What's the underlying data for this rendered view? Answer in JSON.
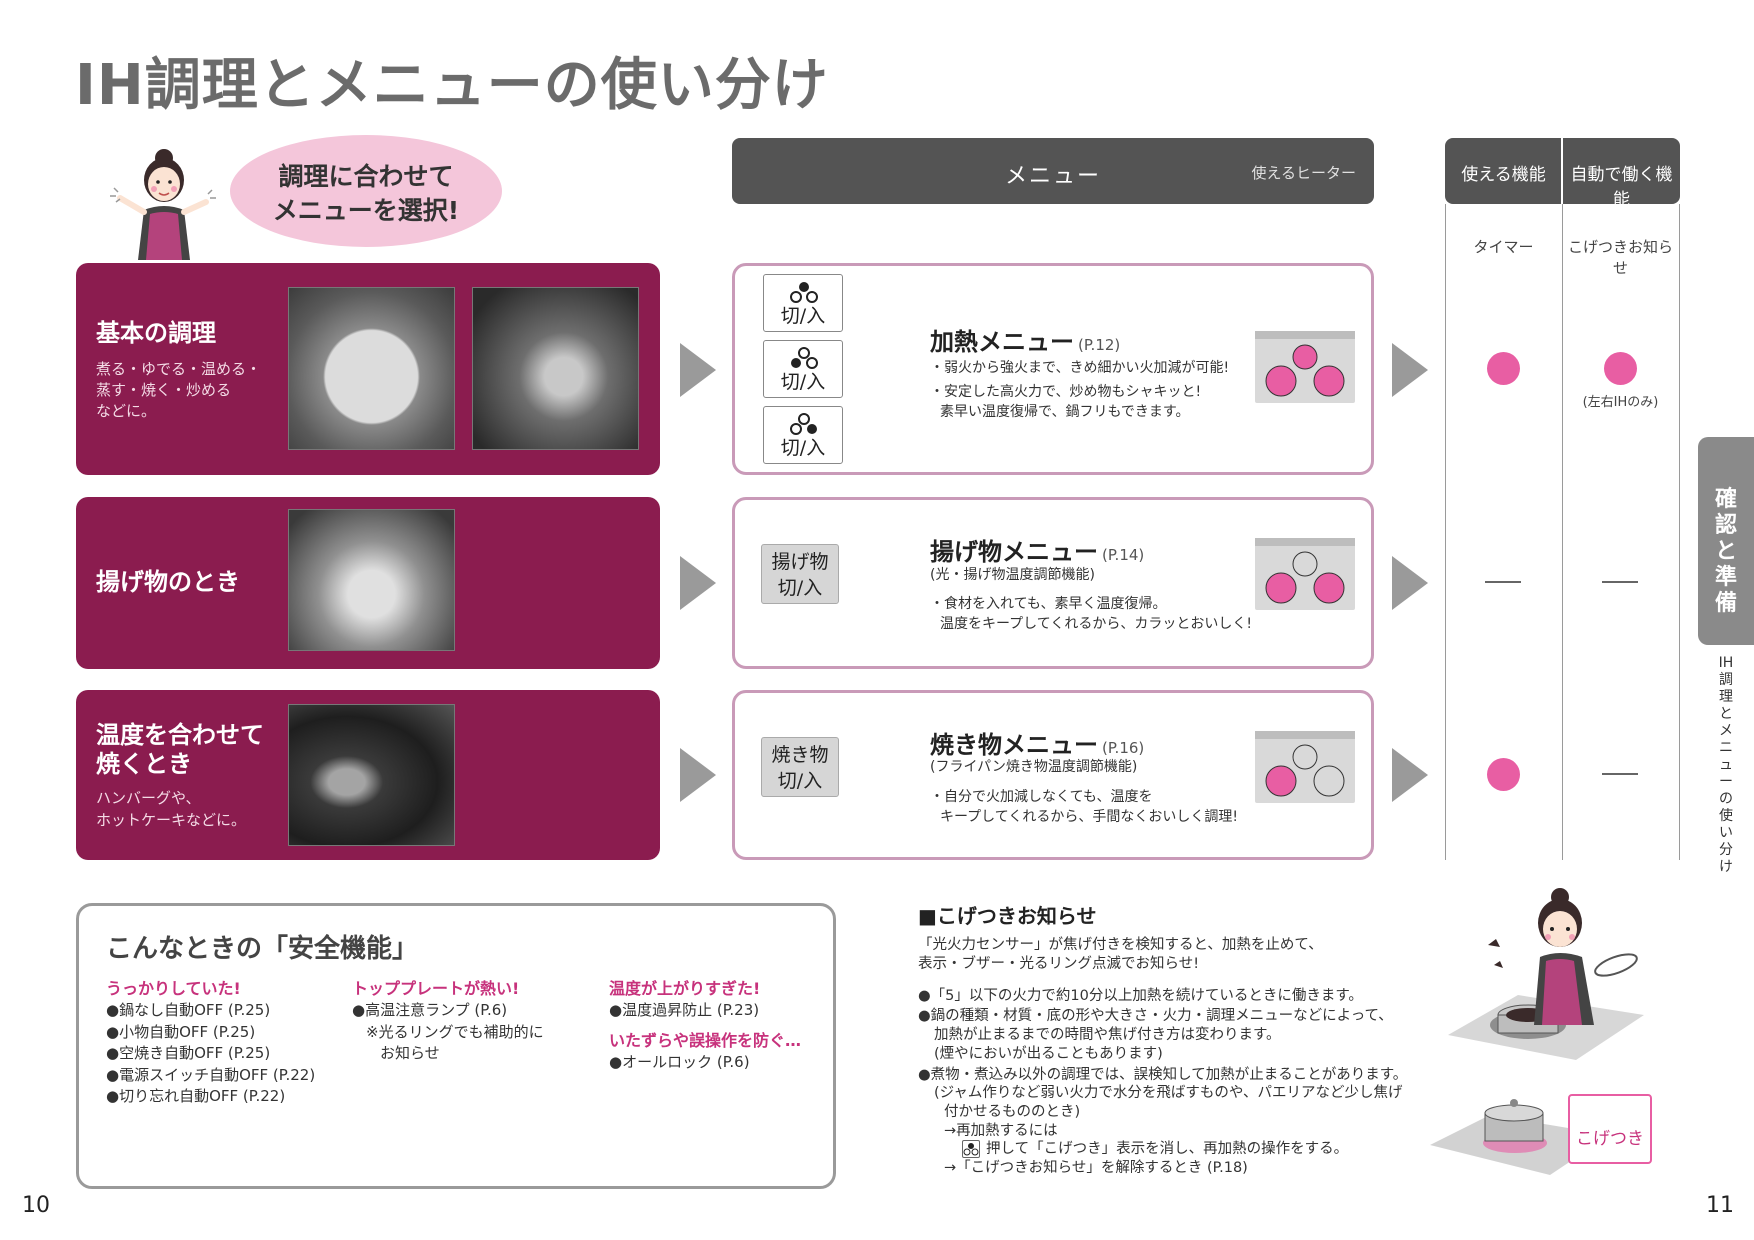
{
  "page": {
    "title": "IH調理とメニューの使い分け",
    "bubble_line1": "調理に合わせて",
    "bubble_line2": "メニューを選択!",
    "page_left": "10",
    "page_right": "11"
  },
  "header": {
    "menu": "メニュー",
    "heater": "使えるヒーター",
    "func_usable": "使える機能",
    "func_auto": "自動で働く機能",
    "col_timer": "タイマー",
    "col_kogetsuki": "こげつきお知らせ"
  },
  "categories": [
    {
      "head": "基本の調理",
      "sub1": "煮る・ゆでる・温める・",
      "sub2": "蒸す・焼く・炒める",
      "sub3": "などに。"
    },
    {
      "head": "揚げ物のとき"
    },
    {
      "head1": "温度を合わせて",
      "head2": "焼くとき",
      "sub1": "ハンバーグや、",
      "sub2": "ホットケーキなどに。"
    }
  ],
  "menus": [
    {
      "buttons": [
        "切/入",
        "切/入",
        "切/入"
      ],
      "name": "加熱メニュー",
      "page": "(P.12)",
      "line1": "・弱火から強火まで、きめ細かい火加減が可能!",
      "line2": "・安定した高火力で、炒め物もシャキッと!",
      "line3": "素早い温度復帰で、鍋フリもできます。",
      "timer": "on",
      "kogetsuki": "on",
      "kogetsuki_note": "(左右IHのみ)"
    },
    {
      "button1": "揚げ物",
      "button2": "切/入",
      "name": "揚げ物メニュー",
      "page": "(P.14)",
      "sub": "(光・揚げ物温度調節機能)",
      "line1": "・食材を入れても、素早く温度復帰。",
      "line2": "温度をキープしてくれるから、カラッとおいしく!",
      "timer": "—",
      "kogetsuki": "—"
    },
    {
      "button1": "焼き物",
      "button2": "切/入",
      "name": "焼き物メニュー",
      "page": "(P.16)",
      "sub": "(フライパン焼き物温度調節機能)",
      "line1": "・自分で火加減しなくても、温度を",
      "line2": "キープしてくれるから、手間なくおいしく調理!",
      "timer": "on",
      "kogetsuki": "—"
    }
  ],
  "side": {
    "tab": "確認と準備",
    "vertical": "IH調理とメニューの使い分け"
  },
  "safety": {
    "title": "こんなときの「安全機能」",
    "groups": [
      {
        "head": "うっかりしていた!",
        "items": [
          "●鍋なし自動OFF (P.25)",
          "●小物自動OFF (P.25)",
          "●空焼き自動OFF (P.25)",
          "●電源スイッチ自動OFF (P.22)",
          "●切り忘れ自動OFF (P.22)"
        ]
      },
      {
        "head": "トッププレートが熱い!",
        "items": [
          "●高温注意ランプ (P.6)",
          "※光るリングでも補助的に",
          "お知らせ"
        ]
      },
      {
        "head": "温度が上がりすぎた!",
        "items": [
          "●温度過昇防止 (P.23)"
        ]
      },
      {
        "head": "いたずらや誤操作を防ぐ…",
        "items": [
          "●オールロック (P.6)"
        ]
      }
    ]
  },
  "kogetsuki": {
    "title": "■こげつきお知らせ",
    "lines": [
      "「光火力センサー」が焦げ付きを検知すると、加熱を止めて、",
      "表示・ブザー・光るリング点滅でお知らせ!",
      "●「5」以下の火力で約10分以上加熱を続けているときに働きます。",
      "●鍋の種類・材質・底の形や大きさ・火力・調理メニューなどによって、",
      "加熱が止まるまでの時間や焦げ付き方は変わります。",
      "(煙やにおいが出ることもあります)",
      "●煮物・煮込み以外の調理では、誤検知して加熱が止まることがあります。",
      "(ジャム作りなど弱い火力で水分を飛ばすものや、パエリアなど少し焦げ",
      "付かせるもののとき)",
      "→再加熱するには",
      "押して「こげつき」表示を消し、再加熱の操作をする。",
      "→「こげつきお知らせ」を解除するとき (P.18)"
    ],
    "badge": "こげつき"
  },
  "colors": {
    "maroon": "#8b1c4f",
    "pink": "#e85ea3",
    "dark_header": "#545454",
    "menu_border": "#c99ab8"
  }
}
